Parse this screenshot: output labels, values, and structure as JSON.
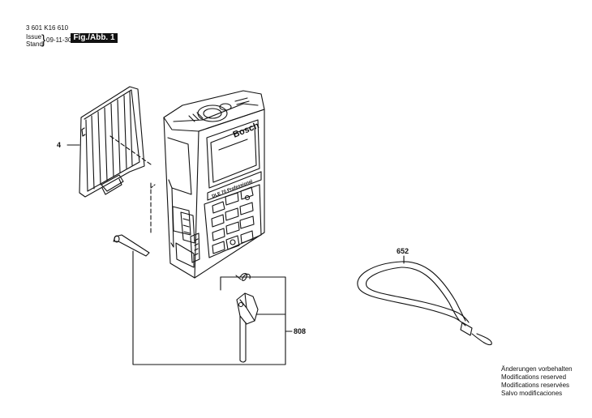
{
  "header": {
    "doc_number": "3 601 K16 610",
    "issue_label": "Issue",
    "stand_label": "Stand",
    "date": "09-11-30",
    "figure_label": "Fig./Abb. 1"
  },
  "device": {
    "brand": "Bosch",
    "model": "DLE 70 Professional"
  },
  "parts": [
    {
      "id": "4",
      "label": "4"
    },
    {
      "id": "652",
      "label": "652"
    },
    {
      "id": "808",
      "label": "808"
    }
  ],
  "notes": [
    "Änderungen vorbehalten",
    "Modifications reserved",
    "Modifications reservées",
    "Salvo modificaciones"
  ]
}
